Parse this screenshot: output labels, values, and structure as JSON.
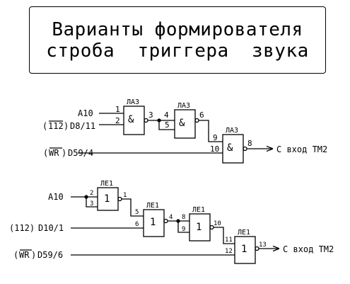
{
  "title": {
    "line1": "Варианты формирователя",
    "line2": "строба  триггера  звука"
  },
  "circuit1": {
    "gate_type": "ЛА3",
    "gate_symbol": "&",
    "inputs": {
      "a10": "A10",
      "d8_11_inv": "112",
      "d8_11": "D8/11",
      "d59_4_inv": "WR",
      "d59_4": "D59/4"
    },
    "pins": {
      "p1": "1",
      "p2": "2",
      "p3": "3",
      "p4": "4",
      "p5": "5",
      "p6": "6",
      "p9": "9",
      "p10": "10",
      "p8": "8"
    },
    "output": "С вход ТМ2"
  },
  "circuit2": {
    "gate_type": "ЛЕ1",
    "gate_symbol": "1",
    "inputs": {
      "a10": "A10",
      "d10_1_prefix": "(112)",
      "d10_1": "D10/1",
      "d59_6_inv": "WR",
      "d59_6": "D59/6"
    },
    "pins": {
      "p2": "2",
      "p3": "3",
      "p1": "1",
      "p5": "5",
      "p6": "6",
      "p4": "4",
      "p8": "8",
      "p9": "9",
      "p10": "10",
      "p11": "11",
      "p12": "12",
      "p13": "13"
    },
    "output": "С вход ТМ2"
  }
}
